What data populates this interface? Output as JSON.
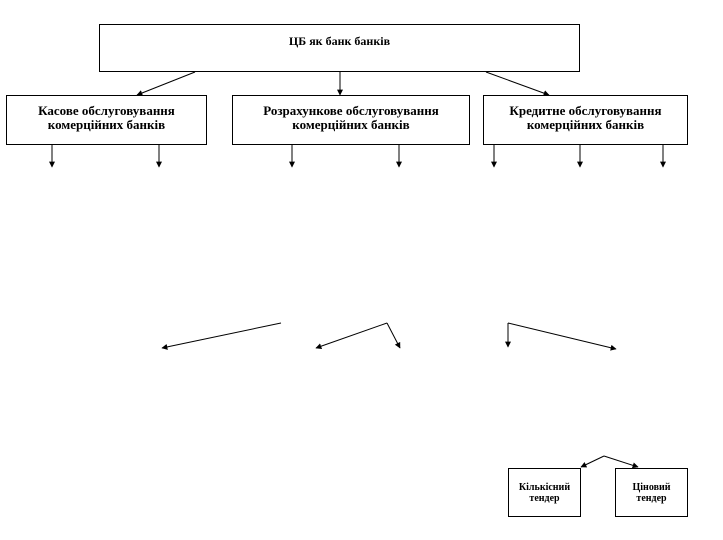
{
  "diagram": {
    "root": {
      "label": "ЦБ як банк банків"
    },
    "functions": [
      {
        "label": "Касове обслуговування\nкомерційних банків"
      },
      {
        "label": "Розрахункове обслуговування\nкомерційних банків"
      },
      {
        "label": "Кредитне обслуговування\nкомерційних банків"
      }
    ],
    "tenders": [
      {
        "label": "Кількісний\nтендер"
      },
      {
        "label": "Ціновий\nтендер"
      }
    ],
    "colors": {
      "line": "#000000",
      "box_border": "#000000",
      "background": "#ffffff"
    }
  }
}
